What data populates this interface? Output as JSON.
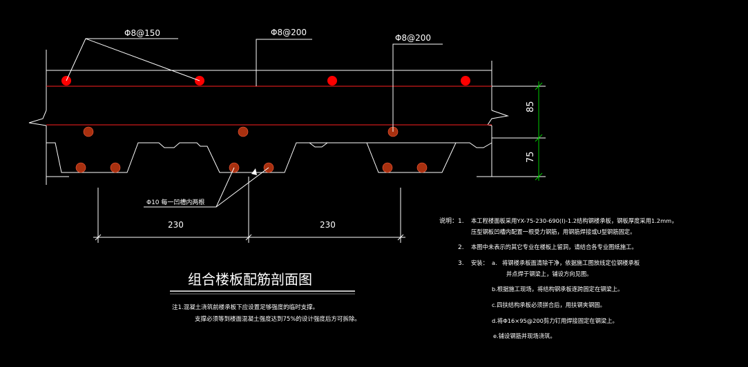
{
  "labels": {
    "rebar_top_150": "Φ8@150",
    "rebar_top_200": "Φ8@200",
    "rebar_mid_200": "Φ8@200",
    "rib_note": "Φ10  每一凹槽内两根",
    "dim_85": "85",
    "dim_75": "75",
    "dim_230_left": "230",
    "dim_230_right": "230"
  },
  "title": "组合楼板配筋剖面图",
  "note_under_title": [
    "注1.混凝土浇筑前楼承板下应设置足够强度的临时支撑。",
    "支撑必须等到楼面混凝土强度达到75%的设计强度后方可拆除。"
  ],
  "notes": {
    "header": "说明：",
    "item1_num": "1.",
    "item1_line1": "本工程楼面板采用YX-75-230-690(I)-1.2结构钢楼承板，钢板厚度采用1.2mm，",
    "item1_line2": "压型钢板凹槽内配置一根受力钢筋，用钢筋焊接或U型钢筋固定。",
    "item2_num": "2.",
    "item2_line1": "本图中未表示的其它专业在楼板上留洞，请结合各专业图纸施工。",
    "item3_num": "3.",
    "item3_head": "安装：",
    "item3_a_label": "a.",
    "item3_a_line1": "将钢楼承板面清除干净，依据施工图放线定位钢楼承板",
    "item3_a_line2": "并点焊于钢梁上，铺设方向见图。",
    "item3_b": "b.根据施工现场，将结构钢承板逐跨固定在钢梁上。",
    "item3_c": "c.四扶结构承板必须拼合后，用扶钢夹钢固。",
    "item3_d": "d.将Φ16×95@200剪力钉用焊接固定在钢梁上。",
    "item3_e": "e.铺设钢筋并现场浇筑。"
  },
  "colors": {
    "background": "#000000",
    "line": "#ffffff",
    "rebar_top": "#ff0000",
    "rebar_low": "#a8300f",
    "dimension": "#00cc00",
    "section_line": "#ff2020"
  }
}
